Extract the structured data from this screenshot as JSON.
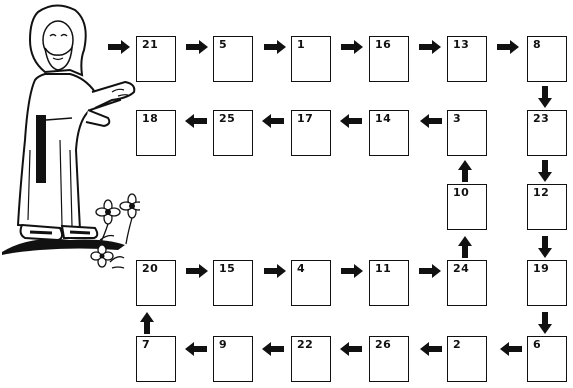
{
  "puzzle": {
    "numbers": [
      "21",
      "5",
      "1",
      "16",
      "13",
      "8",
      "23",
      "12",
      "19",
      "6",
      "2",
      "26",
      "22",
      "9",
      "7",
      "20",
      "15",
      "4",
      "11",
      "24",
      "10",
      "3",
      "14",
      "17",
      "25",
      "18"
    ],
    "colors": {
      "ink": "#111111",
      "box_fill": "#ffffff"
    }
  },
  "icons": {
    "figure": "jesus-figure-illustration",
    "flowers": "daisy-flowers",
    "arrows": "arrow-shapes"
  }
}
